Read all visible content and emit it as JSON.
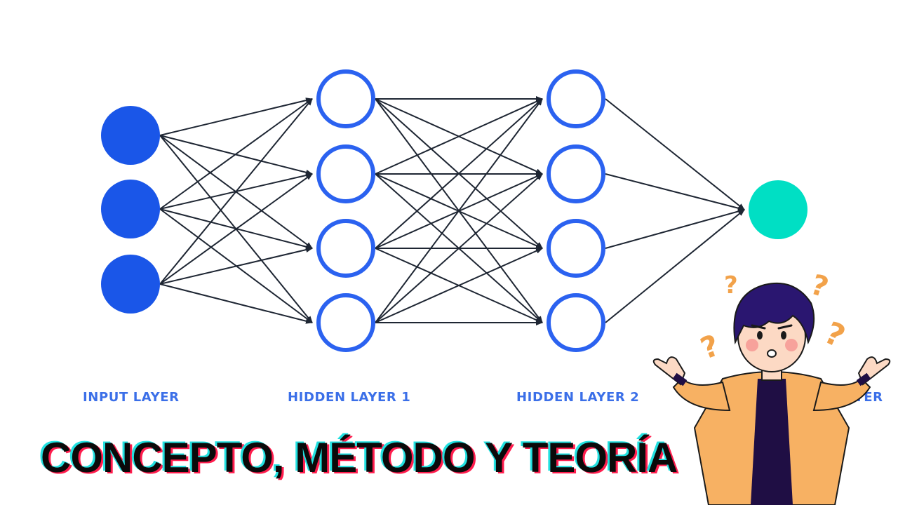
{
  "diagram": {
    "layers": [
      {
        "label": "INPUT LAYER",
        "nodes": 3,
        "style": "filled",
        "color": "#1a56e8"
      },
      {
        "label": "HIDDEN LAYER 1",
        "nodes": 4,
        "style": "outline",
        "color": "#2b62f0"
      },
      {
        "label": "HIDDEN LAYER 2",
        "nodes": 4,
        "style": "outline",
        "color": "#2b62f0"
      },
      {
        "label": "OUTPUT LAYER",
        "nodes": 1,
        "style": "filled",
        "color": "#00dfc4"
      }
    ],
    "edge_color": "#1e2633",
    "label_color": "#3b6fe8"
  },
  "headline": "CONCEPTO, MÉTODO Y TEORÍA",
  "illustration": {
    "icon": "confused-person-shrugging-icon",
    "question_mark": "?",
    "hair_color": "#2a1670",
    "jacket_color": "#f7b163",
    "shirt_color": "#1f0e44",
    "skin_color": "#fcd9c4",
    "question_color": "#f2a24a"
  }
}
